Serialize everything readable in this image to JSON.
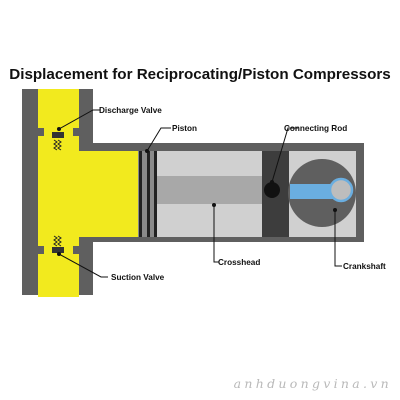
{
  "title": "Displacement for Reciprocating/Piston Compressors",
  "labels": {
    "discharge_valve": "Discharge Valve",
    "piston": "Piston",
    "connecting_rod": "Connecting Rod",
    "crosshead": "Crosshead",
    "suction_valve": "Suction Valve",
    "crankshaft": "Crankshaft"
  },
  "watermark": "anhduongvina.vn",
  "colors": {
    "gas": "#f2ea1e",
    "casing": "#5f5f5f",
    "chamber": "#d0d0d0",
    "rod": "#a8a8a8",
    "connecting_rod": "#6aaee0",
    "pin": "#111111"
  }
}
